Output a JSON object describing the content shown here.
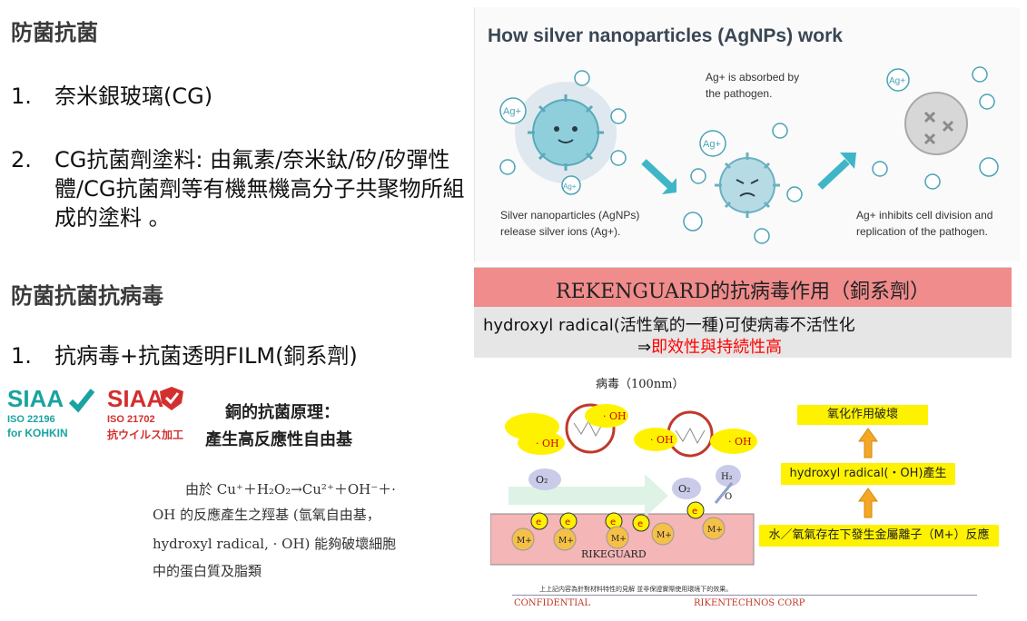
{
  "left": {
    "heading1": "防菌抗菌",
    "item1_num": "1.",
    "item1_text": "奈米銀玻璃(CG)",
    "item2_num": "2.",
    "item2_text": "CG抗菌劑塗料: 由氟素/奈米鈦/矽/矽彈性體/CG抗菌劑等有機無機高分子共聚物所組成的塗料 。",
    "heading2": "防菌抗菌抗病毒",
    "item3_num": "1.",
    "item3_text": "抗病毒+抗菌透明FILM(銅系劑)",
    "logo1_text": "SIAA",
    "logo1_line1": "ISO 22196",
    "logo1_line2": "for KOHKIN",
    "logo2_text": "SIAA",
    "logo2_line1": "ISO 21702",
    "logo2_line2": "抗ウイルス加工",
    "copper_title1": "銅的抗菌原理：",
    "copper_title2": "產生高反應性自由基",
    "copper_desc1": "由於 Cu⁺＋H₂O₂→Cu²⁺＋OH⁻＋·",
    "copper_desc2": "OH 的反應產生之羥基 (氫氧自由基，",
    "copper_desc3": "hydroxyl radical, · OH) 能夠破壞細胞",
    "copper_desc4": "中的蛋白質及脂類"
  },
  "agnp": {
    "title": "How silver nanoparticles (AgNPs) work",
    "absorbed_caption": "Ag+ is absorbed by the pathogen.",
    "release_caption": "Silver nanoparticles (AgNPs) release silver ions (Ag+).",
    "inhibit_caption": "Ag+ inhibits cell division and replication of the pathogen.",
    "ion_label": "Ag+"
  },
  "rekenguard": {
    "banner_title": "REKENGUARD的抗病毒作用（銅系劑）",
    "line1": "hydroxyl radical(活性氧的一種)可使病毒不活性化",
    "line2_prefix": "⇒",
    "line2_highlight": "即效性與持続性高",
    "virus_label": "病毒（100nm）",
    "oh_label": "· OH",
    "o2_label": "O₂",
    "h2o_label": "H₂O",
    "e_label": "e",
    "m_label": "M+",
    "layer_label": "RIKEGUARD",
    "step_top": "氧化作用破壞",
    "step_mid": "hydroxyl radical(・OH)產生",
    "step_bottom": "水／氧氣存在下發生金屬離子（M+）反應",
    "footnote": "上上記内容為針對材料特性的見解 並非保證實際使用環境下的效果。",
    "confidential": "CONFIDENTIAL",
    "corp": "RIKENTECHNOS CORP"
  },
  "colors": {
    "banner_red": "#f08c8c",
    "highlight_red": "#ff0000",
    "yellow": "#fff200",
    "orange_arrow": "#f5a623",
    "teal_arrow": "#3fb6c8",
    "siaa_teal": "#1aa3a0",
    "siaa_red": "#d32f2f"
  }
}
